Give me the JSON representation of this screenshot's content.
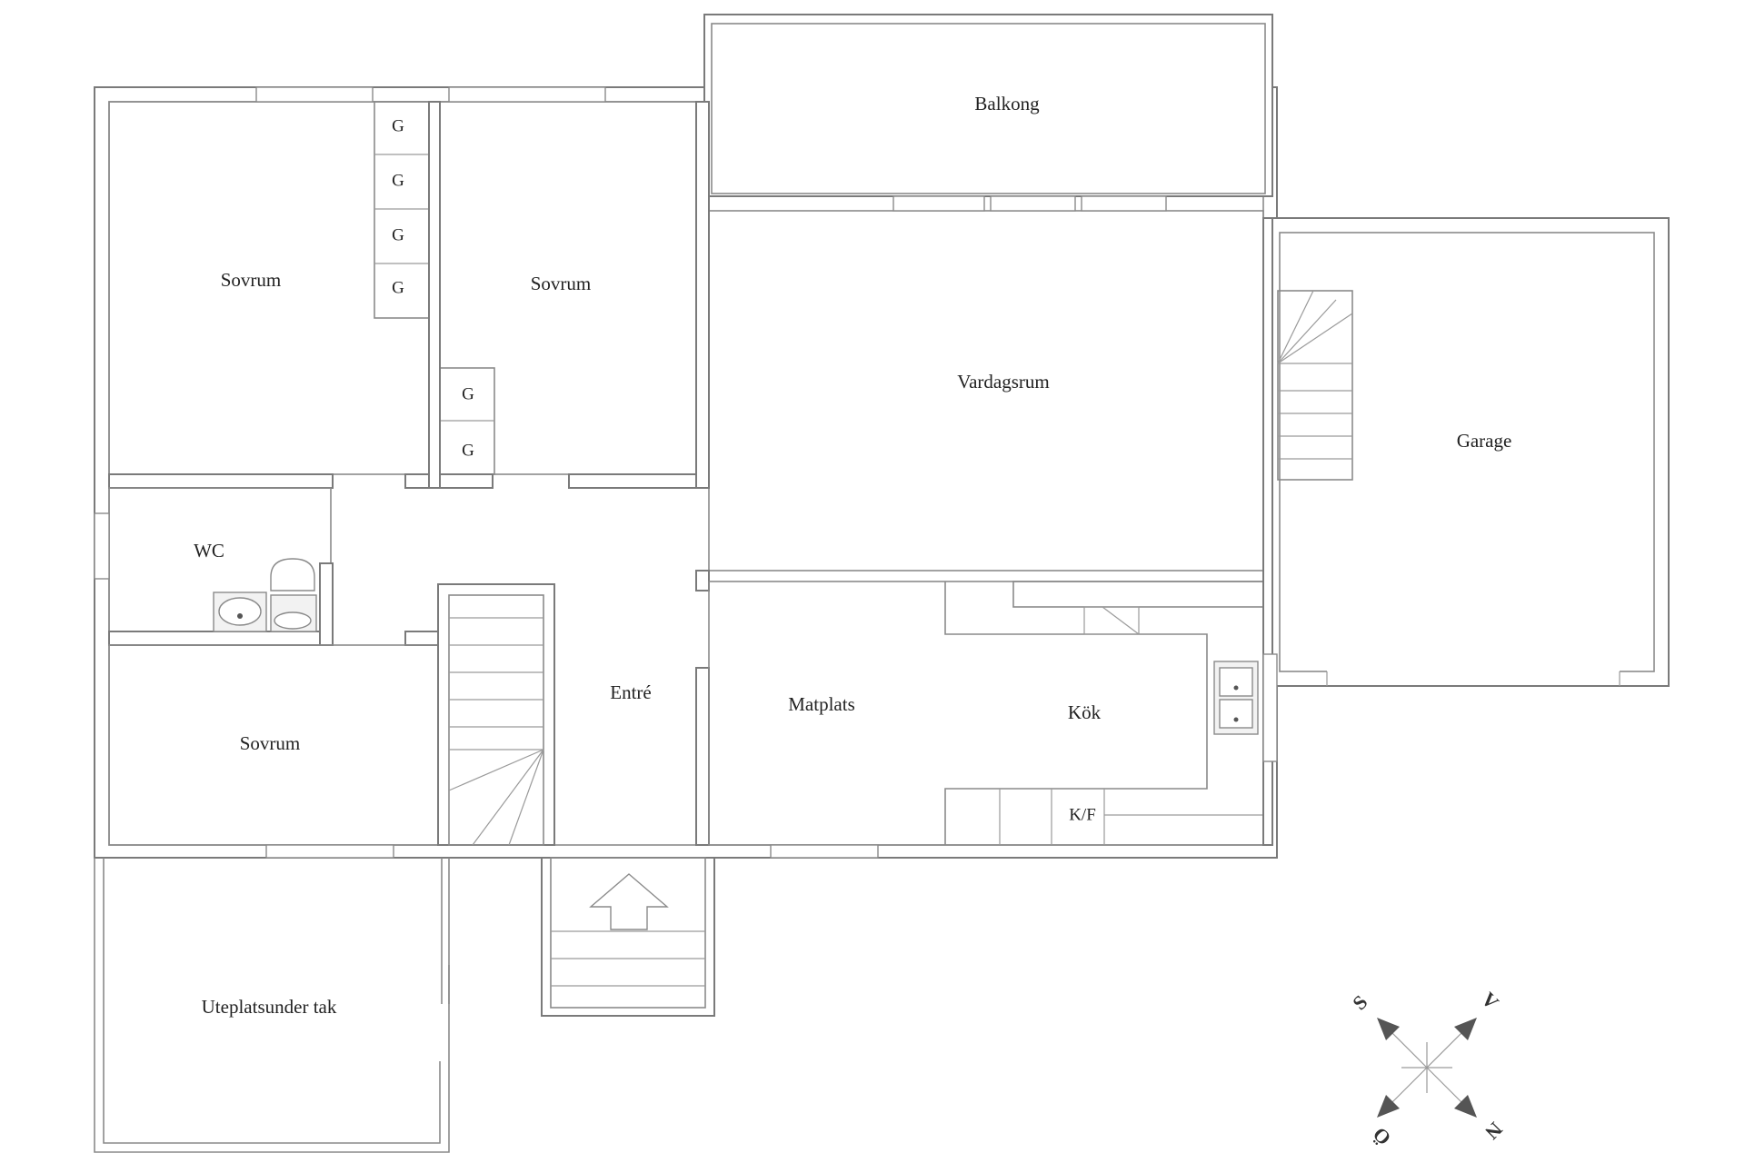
{
  "floorplan": {
    "rooms": {
      "balkong": "Balkong",
      "sovrum_1": "Sovrum",
      "sovrum_2": "Sovrum",
      "sovrum_3": "Sovrum",
      "vardagsrum": "Vardagsrum",
      "garage": "Garage",
      "wc": "WC",
      "entre": "Entré",
      "matplats": "Matplats",
      "kok": "Kök",
      "uteplats": "Uteplatsunder tak"
    },
    "wardrobe_label": "G",
    "fridge_label": "K/F",
    "compass": {
      "top_left": "S",
      "top_right": "V",
      "bottom_left": "Ö",
      "bottom_right": "N"
    }
  }
}
